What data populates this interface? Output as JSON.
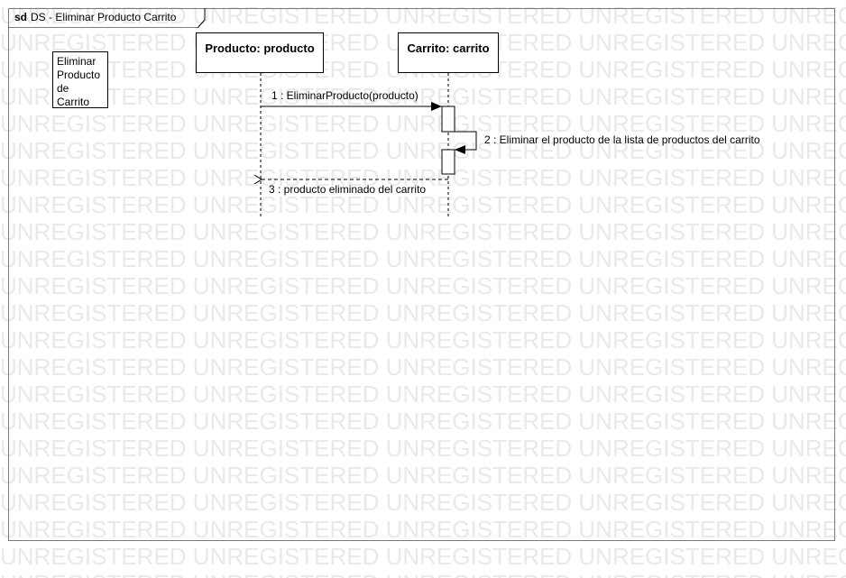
{
  "watermark": {
    "text": "UNREGISTERED"
  },
  "frame": {
    "keyword": "sd",
    "title": "DS - Eliminar Producto Carrito"
  },
  "note": {
    "lines": [
      "Eliminar",
      "Producto",
      "de",
      "Carrito"
    ]
  },
  "lifelines": [
    {
      "label": "Producto: producto"
    },
    {
      "label": "Carrito: carrito"
    }
  ],
  "messages": [
    {
      "label": "1 : EliminarProducto(producto)",
      "kind": "synchronous",
      "from": "Producto: producto",
      "to": "Carrito: carrito"
    },
    {
      "label": "2 : Eliminar el producto de la lista de productos del carrito",
      "kind": "self",
      "from": "Carrito: carrito",
      "to": "Carrito: carrito"
    },
    {
      "label": "3 : producto eliminado del carrito",
      "kind": "reply",
      "from": "Carrito: carrito",
      "to": "Producto: producto"
    }
  ]
}
